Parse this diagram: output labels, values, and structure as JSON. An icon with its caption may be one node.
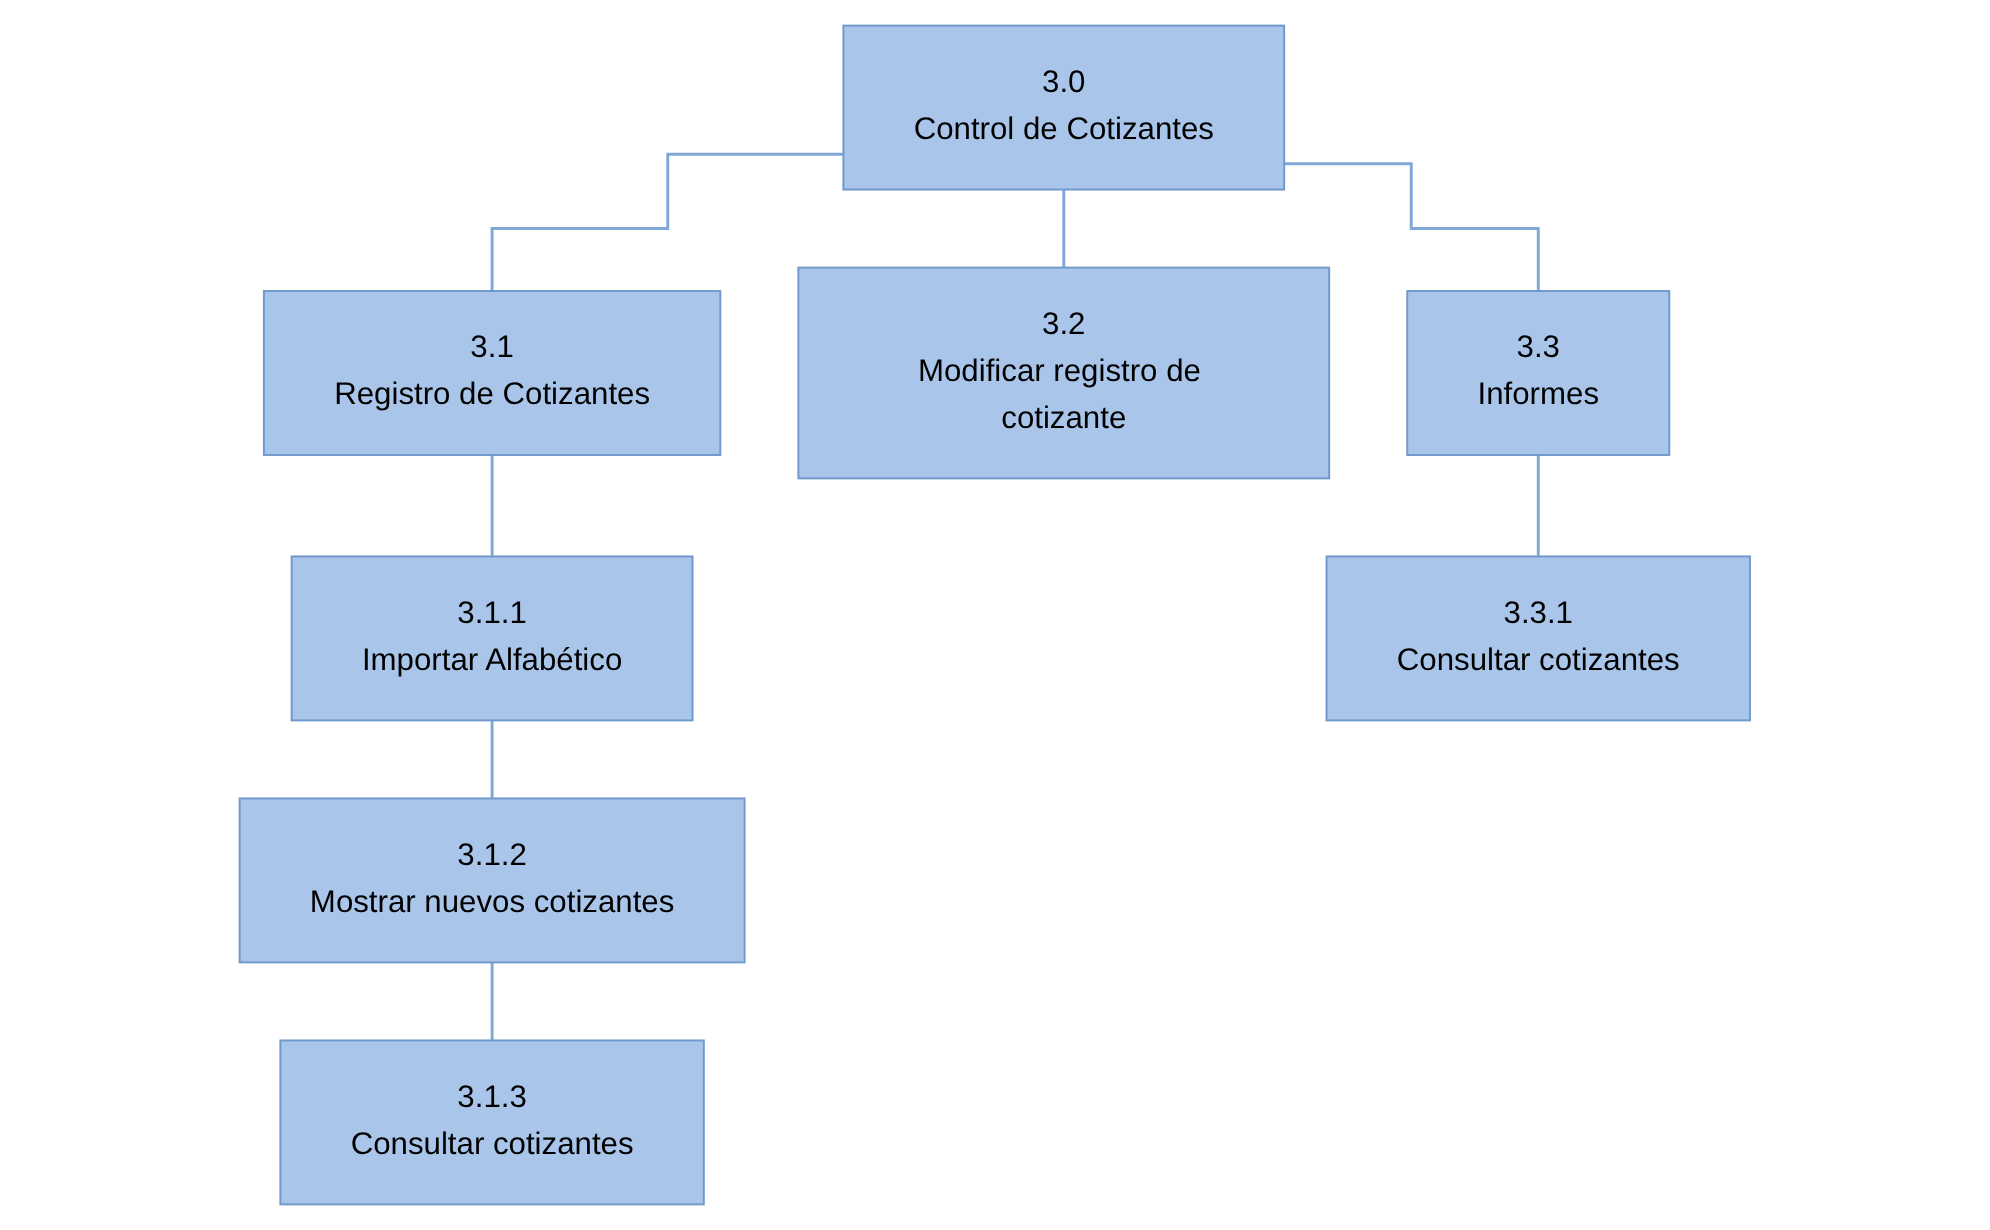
{
  "diagram": {
    "nodes": [
      {
        "text": [
          "3.0",
          "Control de Cotizantes"
        ]
      },
      {
        "text": [
          "3.1",
          "Registro de Cotizantes"
        ]
      },
      {
        "text": [
          "3.2",
          "Modificar registro de cotizante"
        ]
      },
      {
        "text": [
          "3.3",
          "Informes"
        ]
      },
      {
        "text": [
          "3.1.1",
          "Importar Alfabético"
        ]
      },
      {
        "text": [
          "3.1.2",
          "Mostrar nuevos cotizantes"
        ]
      },
      {
        "text": [
          "3.1.3",
          "Consultar cotizantes"
        ]
      },
      {
        "text": [
          "3.3.1",
          "Consultar cotizantes"
        ]
      }
    ],
    "edges": [
      {
        "from": 0,
        "to": 1,
        "arrow": "none"
      },
      {
        "from": 0,
        "to": 2,
        "arrow": "none"
      },
      {
        "from": 0,
        "to": 3,
        "arrow": "none"
      },
      {
        "from": 1,
        "to": 4,
        "arrow": "none"
      },
      {
        "from": 4,
        "to": 5,
        "arrow": "none"
      },
      {
        "from": 5,
        "to": 6,
        "arrow": "none"
      },
      {
        "from": 3,
        "to": 7,
        "arrow": "none"
      }
    ]
  }
}
